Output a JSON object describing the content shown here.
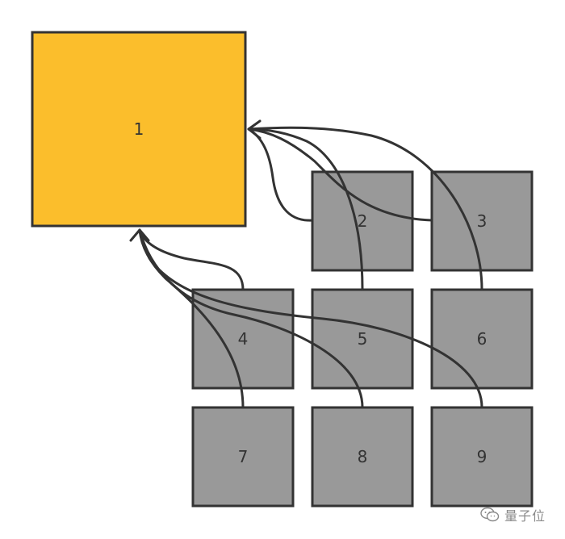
{
  "diagram": {
    "nodes": [
      {
        "id": "1",
        "label": "1"
      },
      {
        "id": "2",
        "label": "2"
      },
      {
        "id": "3",
        "label": "3"
      },
      {
        "id": "4",
        "label": "4"
      },
      {
        "id": "5",
        "label": "5"
      },
      {
        "id": "6",
        "label": "6"
      },
      {
        "id": "7",
        "label": "7"
      },
      {
        "id": "8",
        "label": "8"
      },
      {
        "id": "9",
        "label": "9"
      }
    ],
    "edges": [
      {
        "from": "2",
        "to": "1"
      },
      {
        "from": "3",
        "to": "1"
      },
      {
        "from": "5",
        "to": "1"
      },
      {
        "from": "6",
        "to": "1"
      },
      {
        "from": "4",
        "to": "1"
      },
      {
        "from": "7",
        "to": "1"
      },
      {
        "from": "8",
        "to": "1"
      },
      {
        "from": "9",
        "to": "1"
      }
    ],
    "colors": {
      "target_fill": "#FBBE2C",
      "node_fill": "#999999",
      "stroke": "#333333"
    }
  },
  "watermark": {
    "text": "量子位",
    "icon": "wechat-icon"
  }
}
